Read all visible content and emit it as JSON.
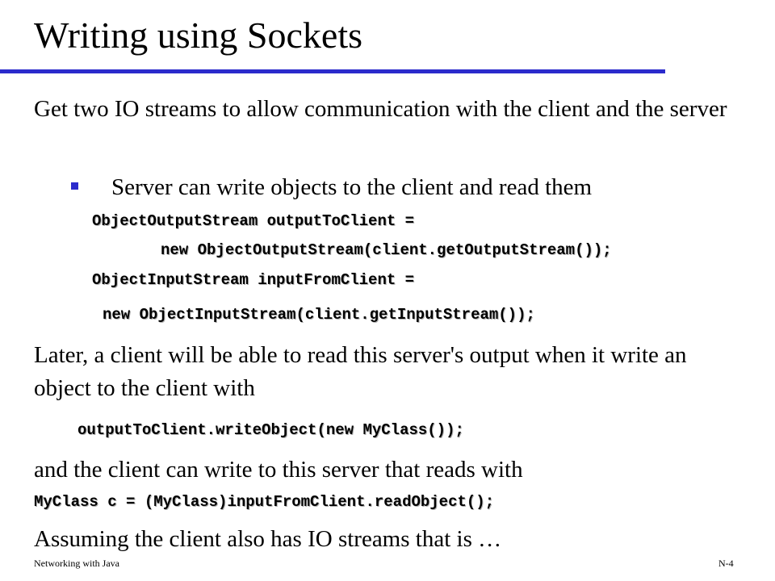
{
  "title": "Writing using Sockets",
  "colors": {
    "accent": "#2b2bcc"
  },
  "intro": "Get two IO streams to allow communication with the client and the server",
  "bullet": {
    "icon": "square-bullet-icon",
    "text": "Server can write objects to the client and read them"
  },
  "code": {
    "line1": "ObjectOutputStream outputToClient =",
    "line2": "new ObjectOutputStream(client.getOutputStream());",
    "line3": "ObjectInputStream inputFromClient =",
    "line4": "new ObjectInputStream(client.getInputStream());",
    "write_call": "outputToClient.writeObject(new MyClass());",
    "read_call": "MyClass c = (MyClass)inputFromClient.readObject();"
  },
  "later_text": "Later, a client will be able to read this server's output when it write an object to the client with",
  "client_text": "and the client can write to this server that reads with",
  "closing_text": "Assuming the client also has IO streams that is …",
  "footer": {
    "left": "Networking with Java",
    "right": "N-4"
  }
}
